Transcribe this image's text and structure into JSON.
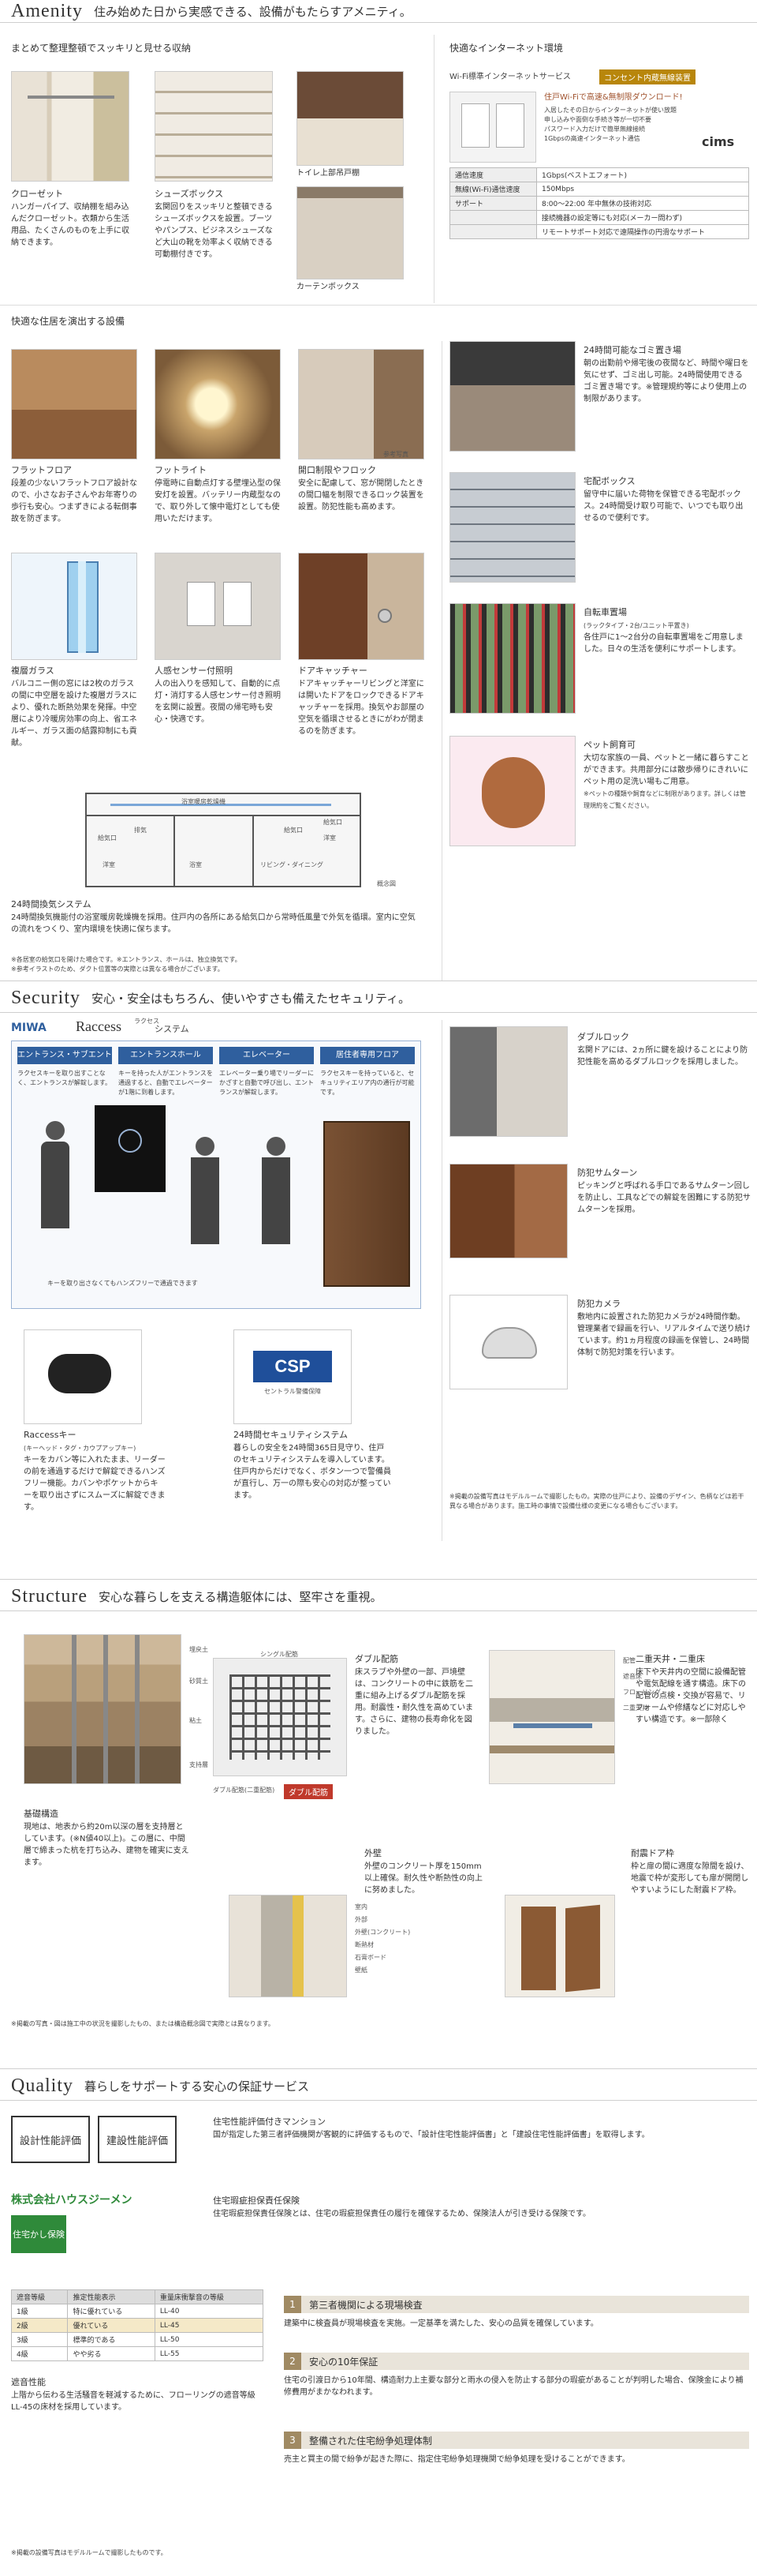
{
  "amenity": {
    "title_en": "Amenity",
    "title_ja": "住み始めた日から実感できる、設備がもたらすアメニティ。",
    "storage_heading": "まとめて整理整頓でスッキリと見せる収納",
    "closet_title": "クローゼット",
    "closet_text": "ハンガーパイプ、収納棚を組み込んだクローゼット。衣類から生活用品、たくさんのものを上手に収納できます。",
    "shoebox_title": "シューズボックス",
    "shoebox_text": "玄関回りをスッキリと整頓できるシューズボックスを設置。ブーツやパンプス、ビジネスシューズなど大山の靴を効率よく収納できる可動棚付きです。",
    "toilet_shelf_title": "トイレ上部吊戸棚",
    "curtain_box_title": "カーテンボックス",
    "internet_heading": "快適なインターネット環境",
    "wifi_label": "Wi-Fi標準インターネットサービス",
    "wifi_badge": "コンセント内蔵無線装置",
    "wifi_catch": "住戸Wi-Fiで高速&無制限ダウンロード!",
    "wifi_points": [
      "入居したその日からインターネットが使い放題",
      "申し込みや面倒な手続き等が一切不要",
      "パスワード入力だけで簡単無線接続",
      "1Gbpsの高速インターネット通信"
    ],
    "cims": "cims",
    "net_table": [
      [
        "通信速度",
        "1Gbps(ベストエフォート)"
      ],
      [
        "無線(Wi-Fi)通信速度",
        "150Mbps"
      ],
      [
        "サポート",
        "8:00〜22:00 年中無休の技術対応"
      ],
      [
        "",
        "接続機器の設定等にも対応(メーカー問わず)"
      ],
      [
        "",
        "リモートサポート対応で遠隔操作の円滑なサポート"
      ]
    ],
    "living_heading": "快適な住居を演出する設備",
    "flat_floor_title": "フラットフロア",
    "flat_floor_text": "段差の少ないフラットフロア設計なので、小さなお子さんやお年寄りの歩行も安心。つまずきによる転倒事故を防ぎます。",
    "footlight_title": "フットライト",
    "footlight_text": "停電時に自動点灯する壁埋込型の保安灯を設置。バッテリー内蔵型なので、取り外して懐中電灯としても使用いただけます。",
    "door_scope_title": "開口制限やフロック",
    "door_scope_text": "安全に配慮して、窓が開閉したときの間口幅を制限できるロック装置を設置。防犯性能も高めます。",
    "multi_glass_title": "複層ガラス",
    "multi_glass_text": "バルコニー側の窓には2枚のガラスの間に中空層を設けた複層ガラスにより、優れた断熱効果を発揮。中空層により冷暖房効率の向上、省エネルギー、ガラス面の結露抑制にも貢献。",
    "sensor_light_title": "人感センサー付照明",
    "sensor_light_text": "人の出入りを感知して、自動的に点灯・消灯する人感センサー付き照明を玄関に設置。夜間の帰宅時も安心・快適です。",
    "door_catcher_title": "ドアキャッチャー",
    "door_catcher_text": "ドアキャッチャーリビングと洋室には開いたドアをロックできるドアキャッチャーを採用。換気やお部屋の空気を循環させるときにがわが閉まるのを防ぎます。",
    "ventilation_title": "24時間換気システム",
    "ventilation_text": "24時間換気機能付の浴室暖房乾燥機を採用。住戸内の各所にある給気口から常時低風量で外気を循環。室内に空気の流れをつくり、室内環境を快適に保ちます。",
    "ventilation_notes": "※各居室の給気口を開けた場合です。※エントランス、ホールは、独立換気です。\n※参考イラストのため、ダクト位置等の実際とは異なる場合がございます。",
    "ventilation_labels": [
      "浴室暖房乾燥機",
      "給気口",
      "排気",
      "洋室",
      "浴室",
      "リビング・ダイニング",
      "洋室",
      "給気口",
      "給気口"
    ],
    "garbage_title": "24時間可能なゴミ置き場",
    "garbage_text": "朝の出勤前や帰宅後の夜間など、時間や曜日を気にせず、ゴミ出し可能。24時間使用できるゴミ置き場です。※管理規約等により使用上の制限があります。",
    "delivery_title": "宅配ボックス",
    "delivery_text": "留守中に届いた荷物を保管できる宅配ボックス。24時間受け取り可能で、いつでも取り出せるので便利です。",
    "bicycle_title": "自転車置場",
    "bicycle_sub": "(ラックタイプ・2台/ユニット平置き)",
    "bicycle_text": "各住戸に1〜2台分の自転車置場をご用意しました。日々の生活を便利にサポートします。",
    "pet_title": "ペット飼育可",
    "pet_text": "大切な家族の一員、ペットと一緒に暮らすことができます。共用部分には散歩帰りにきれいにペット用の足洗い場もご用意。",
    "pet_note": "※ペットの種類や飼育などに制限があります。詳しくは管理規約をご覧ください。",
    "sample_label": "参考写真",
    "sample_illust": "概念図"
  },
  "security": {
    "title_en": "Security",
    "title_ja": "安心・安全はもちろん、使いやすさも備えたセキュリティ。",
    "miwa": "MIWA",
    "raccess": "Raccess",
    "raccess_sub": "ラクセス",
    "system": "システム",
    "flow": [
      "エントランス・サブエントランス",
      "エントランスホール",
      "エレベーター",
      "居住者専用フロア"
    ],
    "flow_text": [
      "ラクセスキーを取り出すことなく、エントランスが解錠します。",
      "キーを持った人がエントランスを通過すると、自動でエレベーターが1階に到着します。",
      "エレベーター乗り場でリーダーにかざすと自動で呼び出し、エントランスが解錠します。",
      "ラクセスキーを持っていると、セキュリティエリア内の通行が可能です。"
    ],
    "hands_free_note": "キーを取り出さなくてもハンズフリーで通過できます",
    "raccess_key_title": "Raccessキー",
    "raccess_key_sub": "(キーヘッド・タグ・カウプアップキー)",
    "raccess_key_text": "キーをカバン等に入れたまま、リーダーの前を通過するだけで解錠できるハンズフリー機能。カバンやポケットからキーを取り出さずにスムーズに解錠できます。",
    "csp": "CSP",
    "csp_sub": "セントラル警備保障",
    "security_24_title": "24時間セキュリティシステム",
    "security_24_text": "暮らしの安全を24時間365日見守り、住戸のセキュリティシステムを導入しています。住戸内からだけでなく、ボタン一つで警備員が直行し、万一の際も安心の対応が整っています。",
    "double_lock_title": "ダブルロック",
    "double_lock_text": "玄関ドアには、2ヵ所に鍵を設けることにより防犯性能を高めるダブルロックを採用しました。",
    "thumb_turn_title": "防犯サムターン",
    "thumb_turn_text": "ピッキングと呼ばれる手口であるサムターン回しを防止し、工具などでの解錠を困難にする防犯サムターンを採用。",
    "camera_title": "防犯カメラ",
    "camera_text": "敷地内に設置された防犯カメラが24時間作動。管理業者で録画を行い、リアルタイムで送り続けています。約1ヵ月程度の録画を保管し、24時間体制で防犯対策を行います。",
    "footnote": "※掲載の設備写真はモデルルームで撮影したもの。実際の住戸により、設備のデザイン、色柄などは若干異なる場合があります。施工時の事情で設備仕様の変更になる場合もございます。"
  },
  "structure": {
    "title_en": "Structure",
    "title_ja": "安心な暮らしを支える構造躯体には、堅牢さを重視。",
    "pile_title": "基礎構造",
    "pile_text": "現地は、地表から約20m以深の層を支持層としています。(※N値40以上)。この層に、中間層で締まった杭を打ち込み、建物を確実に支えます。",
    "pile_labels": [
      "埋戻土",
      "砂質土",
      "粘土",
      "支持層"
    ],
    "double_rebar_title": "ダブル配筋",
    "double_rebar_text": "床スラブや外壁の一部、戸境壁は、コンクリートの中に鉄筋を二重に組み上げるダブル配筋を採用。耐震性・耐久性を高めています。さらに、建物の長寿命化を図りました。",
    "double_rebar_label": "ダブル配筋",
    "single_rebar_label": "シングル配筋",
    "double_rebar_illust": "ダブル配筋(二重配筋)",
    "slab_title": "二重天井・二重床",
    "slab_text": "床下や天井内の空間に設備配管や電気配線を通す構造。床下の配管の点検・交換が容易で、リフォームや修繕などに対応しやすい構造です。※一部除く",
    "slab_labels": [
      "配管",
      "遮音床",
      "フローリング",
      "二重天井"
    ],
    "outer_wall_title": "外壁",
    "outer_wall_text": "外壁のコンクリート厚を150mm以上確保。耐久性や断熱性の向上に努めました。",
    "outer_wall_labels": [
      "室内",
      "外部",
      "外壁(コンクリート)",
      "断熱材",
      "石膏ボード",
      "壁紙"
    ],
    "door_title": "耐震ドア枠",
    "door_text": "枠と扉の間に適度な隙間を設け、地震で枠が変形しても扉が開閉しやすいようにした耐震ドア枠。",
    "footnote": "※掲載の写真・図は施工中の状況を撮影したもの、または構造概念図で実際とは異なります。"
  },
  "quality": {
    "title_en": "Quality",
    "title_ja": "暮らしをサポートする安心の保証サービス",
    "design_badge": "設計性能評価",
    "build_badge": "建設性能評価",
    "performance_title": "住宅性能評価付きマンション",
    "performance_text": "国が指定した第三者評価機関が客観的に評価するもので、「設計住宅性能評価書」と「建設住宅性能評価書」を取得します。",
    "house_member": "株式会社ハウスジーメン",
    "warranty_box": "住宅かし保険",
    "warranty_title": "住宅瑕疵担保責任保険",
    "warranty_text": "住宅瑕疵担保責任保険とは、住宅の瑕疵担保責任の履行を確保するため、保険法人が引き受ける保険です。",
    "grade_table": [
      [
        "遮音等級",
        "推定性能表示",
        "重量床衝撃音の等級"
      ],
      [
        "1級",
        "特に優れている",
        "LL-40"
      ],
      [
        "2級",
        "優れている",
        "LL-45"
      ],
      [
        "3級",
        "標準的である",
        "LL-50"
      ],
      [
        "4級",
        "やや劣る",
        "LL-55"
      ]
    ],
    "sound_title": "遮音性能",
    "sound_text": "上階から伝わる生活騒音を軽減するために、フローリングの遮音等級LL-45の床材を採用しています。",
    "steps": [
      {
        "num": "1",
        "title": "第三者機関による現場検査",
        "text": "建築中に検査員が現場検査を実施。一定基準を満たした、安心の品質を確保しています。"
      },
      {
        "num": "2",
        "title": "安心の10年保証",
        "text": "住宅の引渡日から10年間、構造耐力上主要な部分と雨水の侵入を防止する部分の瑕疵があることが判明した場合、保険金により補修費用がまかなわれます。"
      },
      {
        "num": "3",
        "title": "整備された住宅紛争処理体制",
        "text": "売主と買主の間で紛争が起きた際に、指定住宅紛争処理機関で紛争処理を受けることができます。"
      }
    ],
    "footnote": "※掲載の設備写真はモデルルームで撮影したものです。"
  }
}
